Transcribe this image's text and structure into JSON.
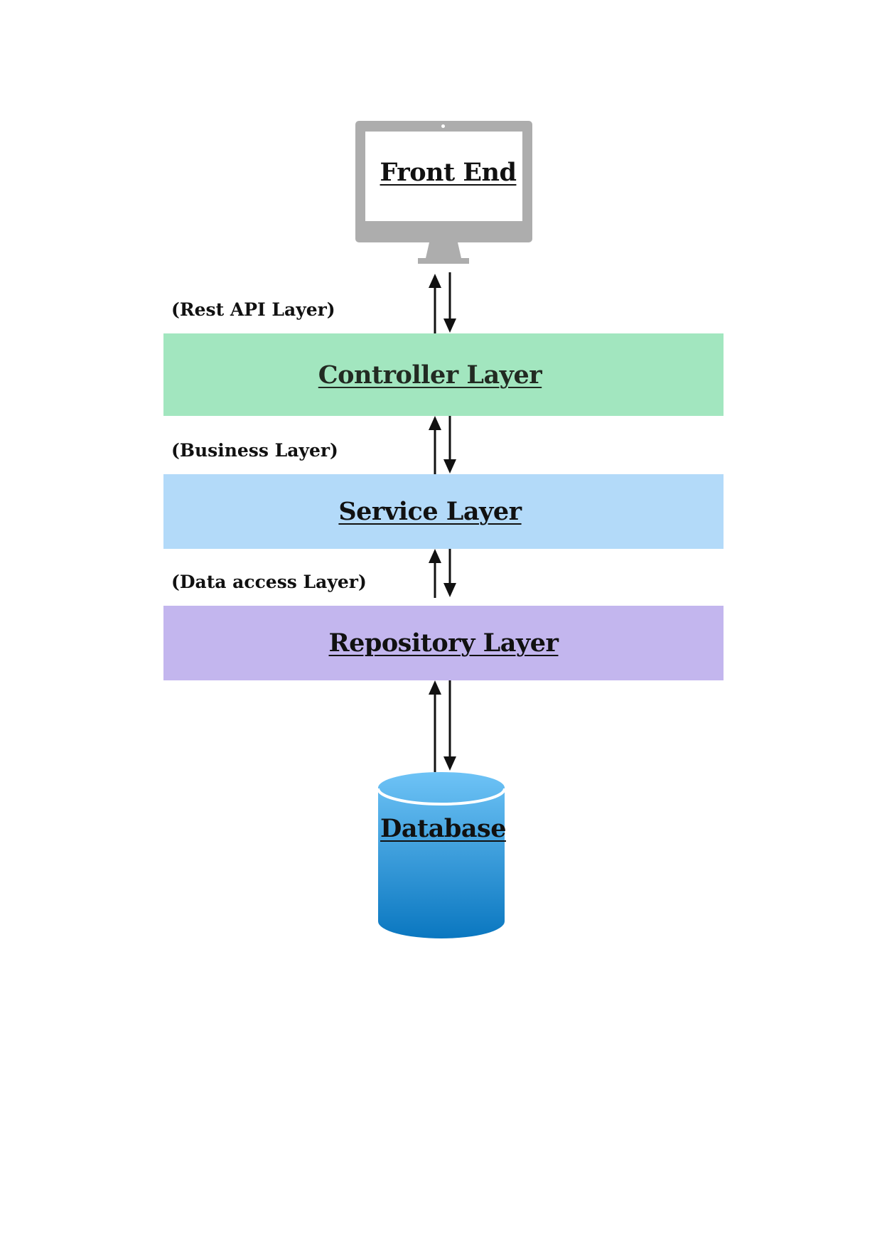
{
  "frontend": {
    "label": "Front End",
    "frame_color": "#adadad"
  },
  "layers": {
    "controller": {
      "label": "Controller Layer",
      "caption": "(Rest API Layer)",
      "color": "#a2e6bf"
    },
    "service": {
      "label": "Service Layer",
      "caption": "(Business Layer)",
      "color": "#b3daf9"
    },
    "repository": {
      "label": "Repository Layer",
      "caption": "(Data access Layer)",
      "color": "#c3b6ee"
    }
  },
  "database": {
    "label": "Database",
    "color_top": "#6ec3f6",
    "color_bottom": "#0a77c0"
  },
  "connections": [
    {
      "between": [
        "Front End",
        "Controller Layer"
      ],
      "direction": "bidirectional"
    },
    {
      "between": [
        "Controller Layer",
        "Service Layer"
      ],
      "direction": "bidirectional"
    },
    {
      "between": [
        "Service Layer",
        "Repository Layer"
      ],
      "direction": "bidirectional"
    },
    {
      "between": [
        "Repository Layer",
        "Database"
      ],
      "direction": "bidirectional"
    }
  ]
}
